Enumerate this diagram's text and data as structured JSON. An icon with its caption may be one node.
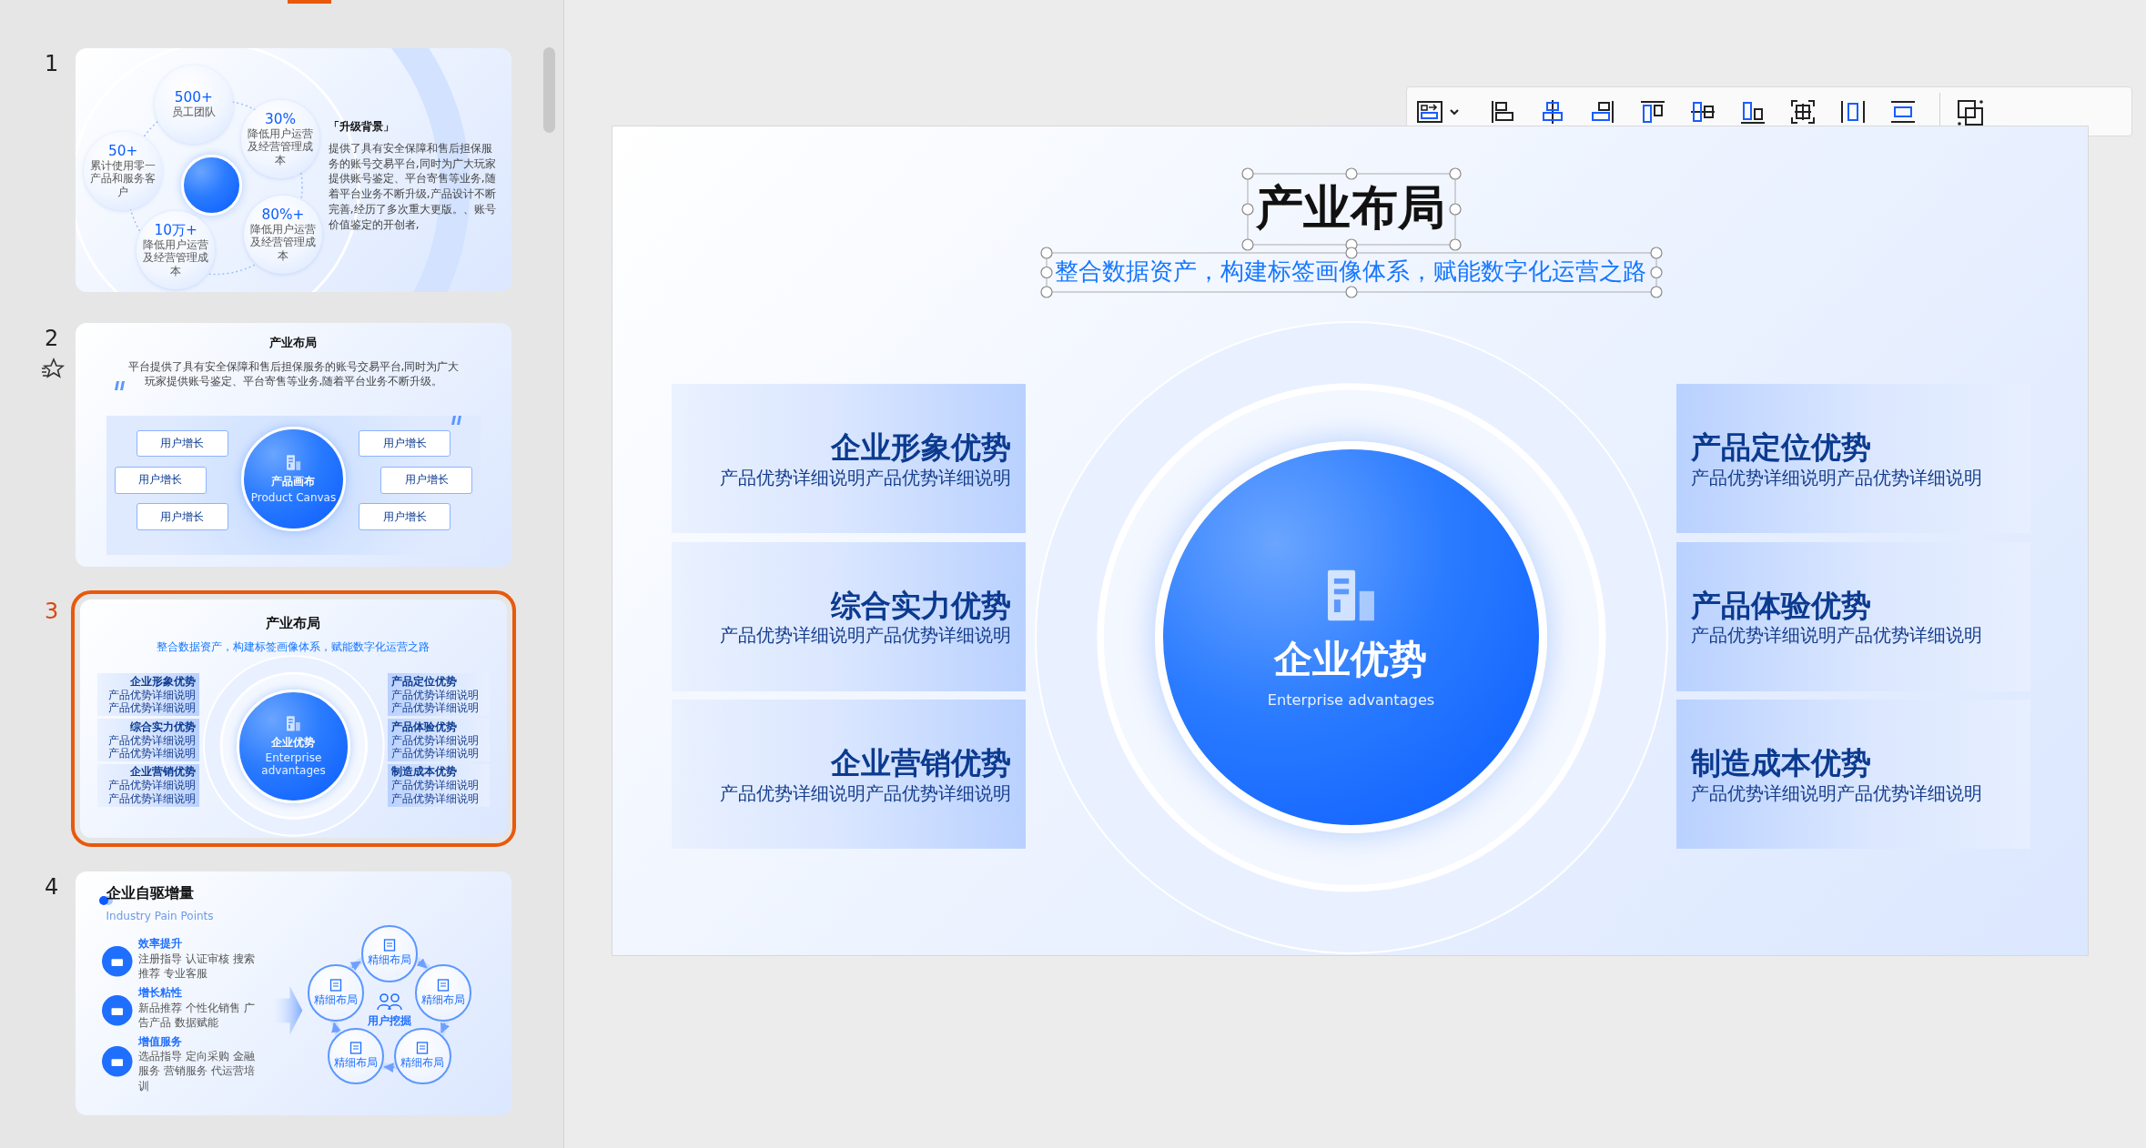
{
  "diagram": {
    "nodes": [
      {
        "text": [],
        "shape": "box"
      },
      {
        "text": [
          "500+",
          "员工团队"
        ],
        "in": 0
      },
      {
        "text": [
          "30%",
          "降低用户运营及经营管理成本"
        ],
        "in": 0
      },
      {
        "text": [
          "50+",
          "累计使用零一产品和服务客户"
        ],
        "in": 0
      },
      {
        "text": [],
        "shape": "circle",
        "in": 0
      },
      {
        "text": [
          "10万+",
          "降低用户运营及经营管理成本"
        ],
        "in": 0
      },
      {
        "text": [
          "80%+",
          "降低用户运营及经营管理成本"
        ],
        "in": 0
      },
      {
        "text": [],
        "shape": "box"
      },
      {
        "text": [
          "用户增长"
        ],
        "in": 7
      },
      {
        "text": [
          "用户增长"
        ],
        "in": 7
      },
      {
        "text": [
          "用户增长"
        ],
        "in": 7
      },
      {
        "text": [
          "用户增长"
        ],
        "in": 7
      },
      {
        "text": [
          "用户增长"
        ],
        "in": 7
      },
      {
        "text": [
          "用户增长"
        ],
        "in": 7
      },
      {
        "text": [
          "产品画布",
          "Product Canvas"
        ],
        "in": 7
      },
      {
        "text": [],
        "shape": "box"
      },
      {
        "text": [
          "企业形象优势",
          "产品优势详细说明产品优势详细说明"
        ],
        "in": 15
      },
      {
        "text": [
          "产品定位优势",
          "产品优势详细说明产品优势详细说明"
        ],
        "in": 15
      },
      {
        "text": [
          "综合实力优势",
          "产品优势详细说明产品优势详细说明"
        ],
        "in": 15
      },
      {
        "text": [
          "产品体验优势",
          "产品优势详细说明产品优势详细说明"
        ],
        "in": 15
      },
      {
        "text": [
          "企业营销优势",
          "产品优势详细说明产品优势详细说明"
        ],
        "in": 15
      },
      {
        "text": [
          "制造成本优势",
          "产品优势详细说明产品优势详细说明"
        ],
        "in": 15
      },
      {
        "text": [
          "企业优势",
          "Enterprise advantages"
        ],
        "in": 15
      },
      {
        "text": [],
        "shape": "box"
      },
      {
        "text": [
          "效率提升",
          "注册指导 认证审核 搜索推荐 专业客服"
        ],
        "in": 23
      },
      {
        "text": [
          "增长粘性",
          "新品推荐 个性化销售 广告产品 数据赋能"
        ],
        "in": 23
      },
      {
        "text": [
          "增值服务",
          "选品指导 定向采购 金融服务 营销服务 代运营培训"
        ],
        "in": 23
      },
      {
        "text": [
          "用户挖掘"
        ],
        "in": 23
      },
      {
        "text": [
          "精细布局"
        ],
        "in": 23
      },
      {
        "text": [
          "精细布局"
        ],
        "in": 23
      },
      {
        "text": [
          "精细布局"
        ],
        "in": 23
      },
      {
        "text": [
          "精细布局"
        ],
        "in": 23
      },
      {
        "text": [
          "精细布局"
        ],
        "in": 23
      },
      {
        "text": [],
        "shape": "box"
      },
      {
        "text": [
          "企业形象优势",
          "产品优势详细说明产品优势详细说明"
        ],
        "in": 33
      },
      {
        "text": [
          "产品定位优势",
          "产品优势详细说明产品优势详细说明"
        ],
        "in": 33
      },
      {
        "text": [
          "综合实力优势",
          "产品优势详细说明产品优势详细说明"
        ],
        "in": 33
      },
      {
        "text": [
          "产品体验优势",
          "产品优势详细说明产品优势详细说明"
        ],
        "in": 33
      },
      {
        "text": [
          "企业营销优势",
          "产品优势详细说明产品优势详细说明"
        ],
        "in": 33
      },
      {
        "text": [
          "制造成本优势",
          "产品优势详细说明产品优势详细说明"
        ],
        "in": 33
      },
      {
        "text": [
          "企业优势",
          "Enterprise advantages"
        ],
        "in": 33
      }
    ],
    "edges": [
      {
        "from": 28,
        "to": 29,
        "arrow": "to"
      },
      {
        "from": 29,
        "to": 30,
        "arrow": "to"
      },
      {
        "from": 30,
        "to": 31,
        "arrow": "to"
      },
      {
        "from": 31,
        "to": 32,
        "arrow": "to"
      },
      {
        "from": 32,
        "to": 28,
        "arrow": "to"
      }
    ],
    "labels": [
      "1",
      "「升级背景」",
      "提供了具有安全保障和售后担保服务的账号交易平台,同时为广大玩家提供账号鉴定、平台寄售等业务,随着平台业务不断升级,产品设计不断完善,经历了多次重大更版。、账号价值鉴定的开创者,",
      "2",
      "产业布局",
      "平台提供了具有安全保障和售后担保服务的账号交易平台,同时为广大玩家提供账号鉴定、平台寄售等业务,随着平台业务不断升级。",
      "3",
      "产业布局",
      "整合数据资产，构建标签画像体系，赋能数字化运营之路",
      "4",
      "企业自驱增量",
      "Industry Pain Points",
      "产业布局",
      "整合数据资产，构建标签画像体系，赋能数字化运营之路"
    ]
  }
}
